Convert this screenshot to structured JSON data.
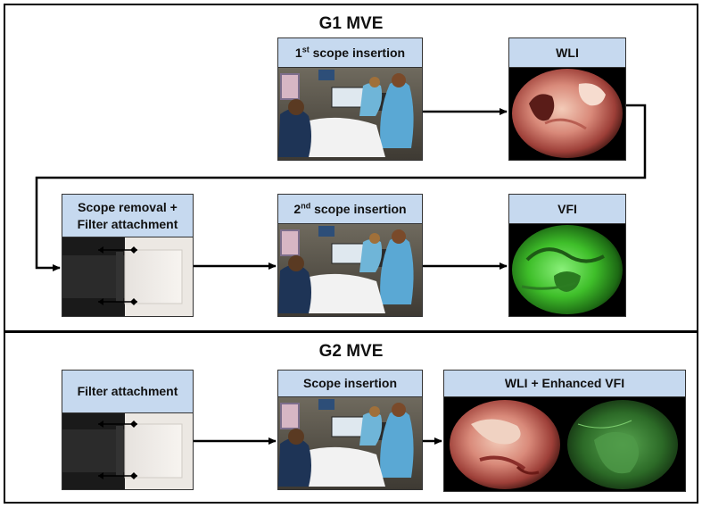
{
  "g1": {
    "title": "G1 MVE",
    "steps": {
      "first_insertion": {
        "prefix": "1",
        "sup": "st",
        "suffix": " scope insertion",
        "image": "endoscopy-procedure-photo"
      },
      "wli": {
        "label": "WLI",
        "image": "white-light-endoscopy-view"
      },
      "removal": {
        "line1": "Scope removal +",
        "line2": "Filter attachment",
        "image": "scope-tip-with-filter-photo"
      },
      "second_insertion": {
        "prefix": "2",
        "sup": "nd",
        "suffix": " scope insertion",
        "image": "endoscopy-procedure-photo"
      },
      "vfi": {
        "label": "VFI",
        "image": "fluorescence-endoscopy-view"
      }
    }
  },
  "g2": {
    "title": "G2 MVE",
    "steps": {
      "filter": {
        "label": "Filter attachment",
        "image": "scope-tip-with-filter-photo"
      },
      "insertion": {
        "label": "Scope insertion",
        "image": "endoscopy-procedure-photo"
      },
      "wli_vfi": {
        "label": "WLI + Enhanced VFI",
        "image": "side-by-side-white-light-and-fluorescence-view"
      }
    }
  },
  "colors": {
    "header_fill": "#c6d9ef",
    "border": "#000000",
    "vfi_green": "#3fbf2a"
  }
}
